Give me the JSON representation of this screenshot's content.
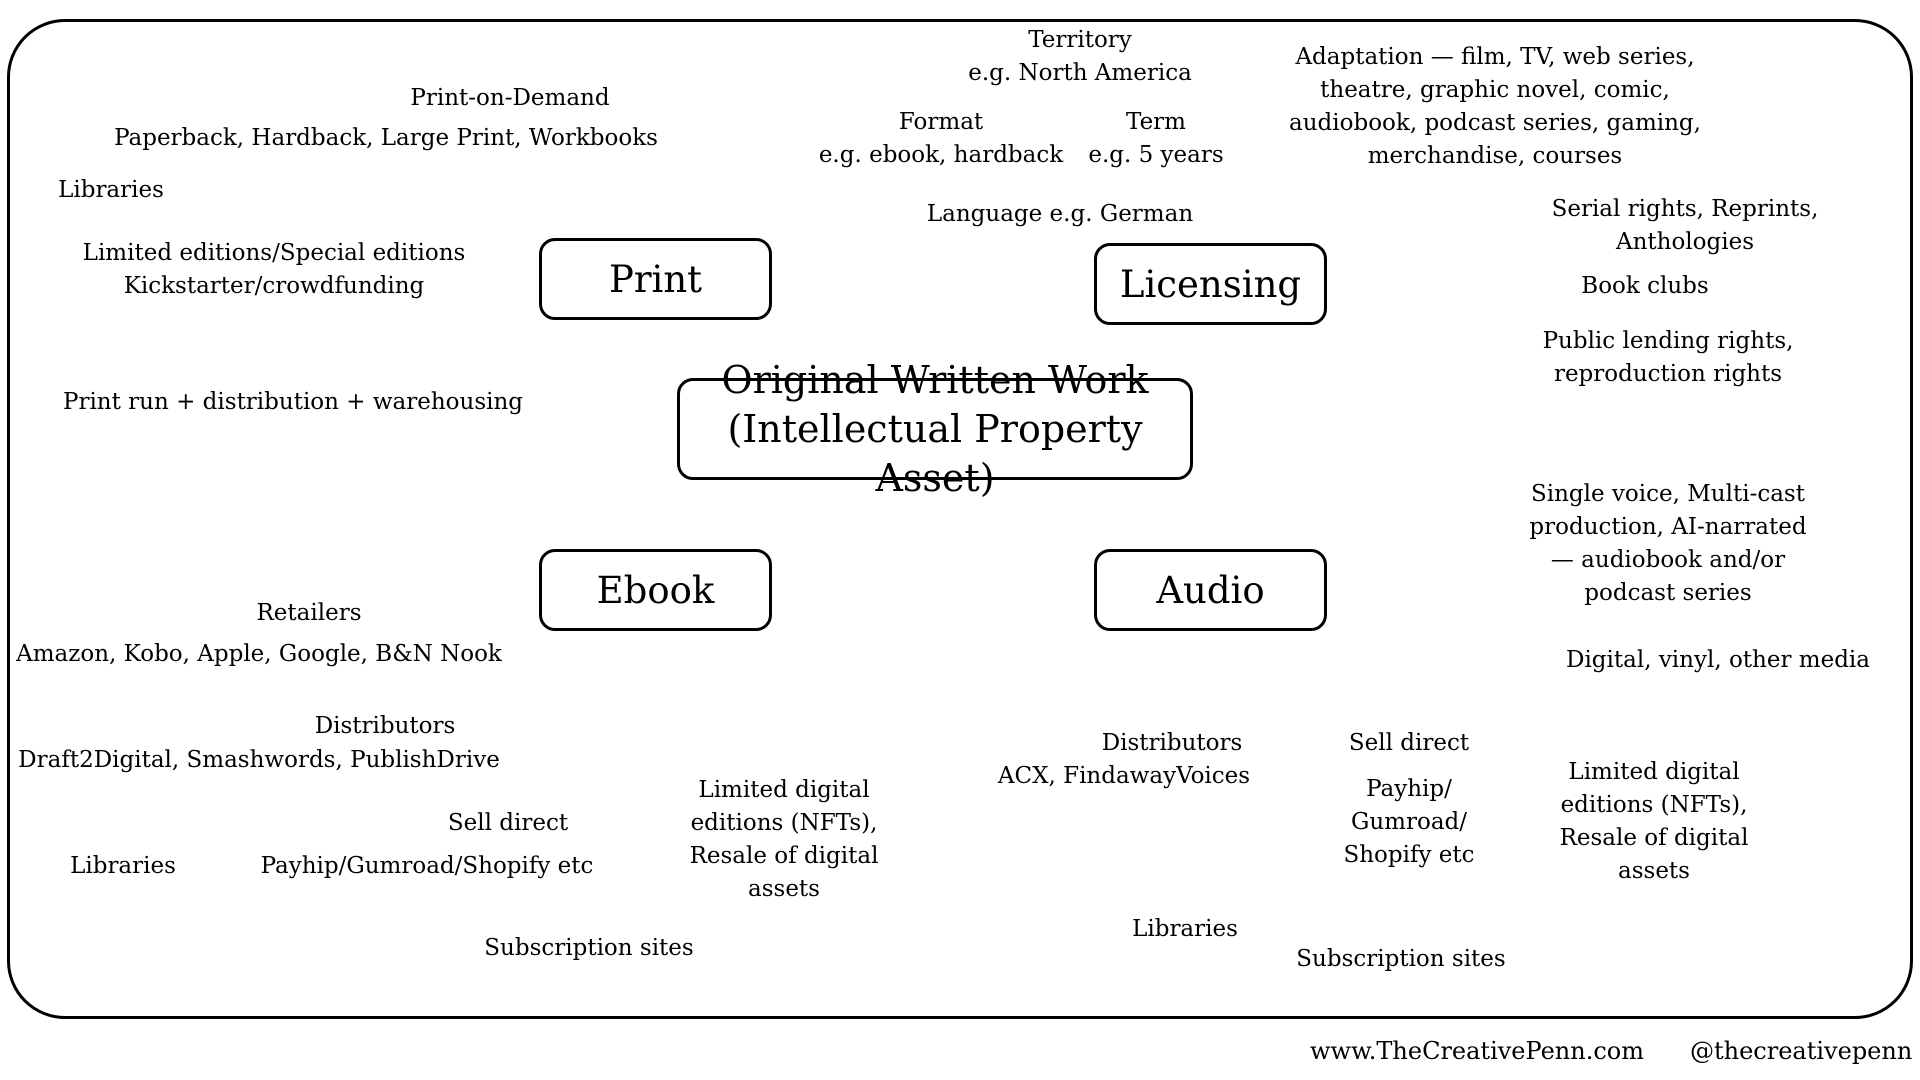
{
  "center": {
    "line1": "Original Written Work",
    "line2": "(Intellectual Property Asset)"
  },
  "categories": {
    "print": "Print",
    "licensing": "Licensing",
    "ebook": "Ebook",
    "audio": "Audio"
  },
  "labels": {
    "pod": "Print-on-Demand",
    "pod_formats": "Paperback, Hardback, Large Print, Workbooks",
    "print_libraries": "Libraries",
    "limited_1": "Limited editions/Special editions",
    "limited_2": "Kickstarter/crowdfunding",
    "print_run": "Print run + distribution + warehousing",
    "territory_1": "Territory",
    "territory_2": "e.g. North America",
    "format_1": "Format",
    "format_2": "e.g. ebook, hardback",
    "term_1": "Term",
    "term_2": "e.g. 5 years",
    "language": "Language e.g. German",
    "adapt_1": "Adaptation — film, TV, web series,",
    "adapt_2": "theatre, graphic novel, comic,",
    "adapt_3": "audiobook, podcast series, gaming,",
    "adapt_4": "merchandise, courses",
    "serial_1": "Serial rights, Reprints,",
    "serial_2": "Anthologies",
    "book_clubs": "Book clubs",
    "plr_1": "Public lending rights,",
    "plr_2": "reproduction rights",
    "voice_1": "Single voice, Multi-cast",
    "voice_2": "production, AI-narrated",
    "voice_3": "— audiobook and/or",
    "voice_4": "podcast series",
    "digital_media": "Digital, vinyl, other media",
    "retailers": "Retailers",
    "retailers_list": "Amazon, Kobo, Apple, Google, B&N Nook",
    "ebook_distributors": "Distributors",
    "ebook_distributors_list": "Draft2Digital, Smashwords, PublishDrive",
    "ebook_sell_direct": "Sell direct",
    "ebook_libraries": "Libraries",
    "ebook_sell_direct_list": "Payhip/Gumroad/Shopify etc",
    "ebook_nft_1": "Limited digital",
    "ebook_nft_2": "editions (NFTs),",
    "ebook_nft_3": "Resale of digital",
    "ebook_nft_4": "assets",
    "ebook_subscription": "Subscription sites",
    "audio_distributors": "Distributors",
    "audio_distributors_list": "ACX, FindawayVoices",
    "audio_sell_direct": "Sell direct",
    "audio_sell_1": "Payhip/",
    "audio_sell_2": "Gumroad/",
    "audio_sell_3": "Shopify etc",
    "audio_nft_1": "Limited digital",
    "audio_nft_2": "editions (NFTs),",
    "audio_nft_3": "Resale of digital",
    "audio_nft_4": "assets",
    "audio_libraries": "Libraries",
    "audio_subscription": "Subscription sites"
  },
  "footer": {
    "website": "www.TheCreativePenn.com",
    "handle": "@thecreativepenn"
  }
}
